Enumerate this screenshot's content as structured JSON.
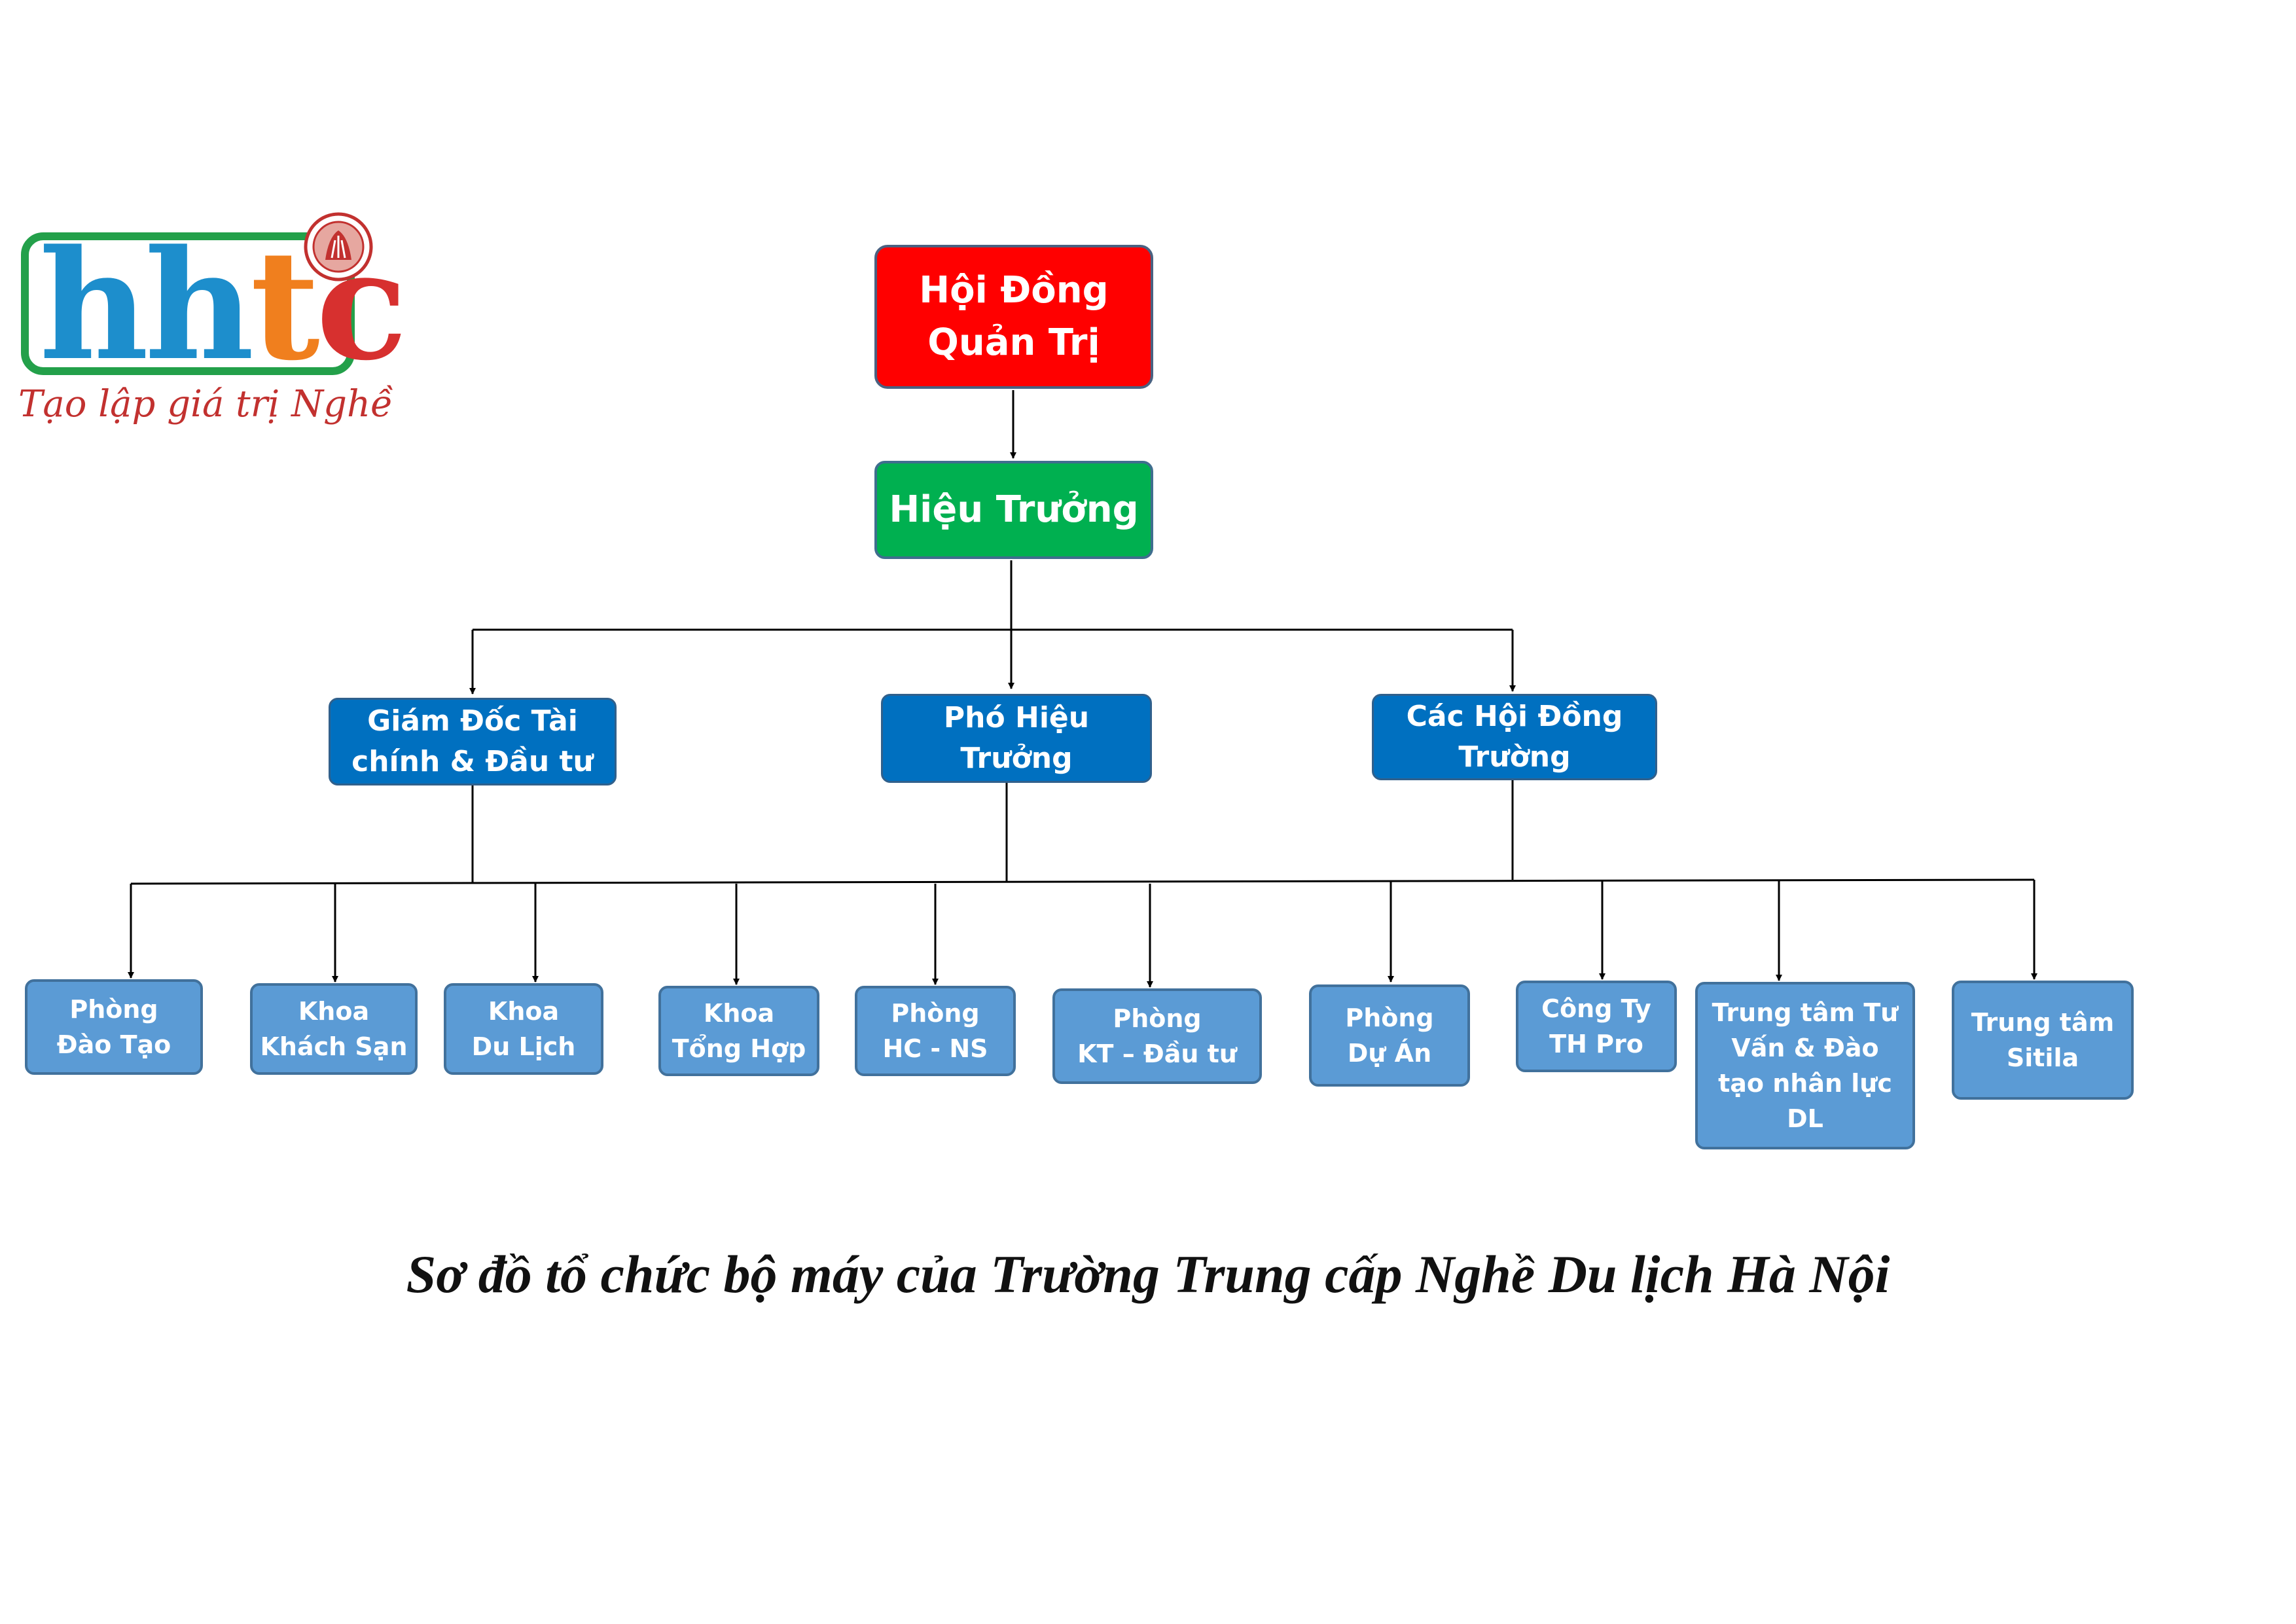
{
  "logo": {
    "letters": [
      "h",
      "h",
      "t",
      "c"
    ],
    "tagline": "Tạo lập giá trị Nghề",
    "colors": {
      "frame": "#23a04a",
      "h": "#1d8ecc",
      "t": "#f07f1e",
      "c": "#d7302f"
    }
  },
  "chart": {
    "level0": "Hội Đồng\nQuản Trị",
    "level1": "Hiệu Trưởng",
    "level2": [
      "Giám Đốc Tài\nchính & Đầu tư",
      "Phó Hiệu\nTrưởng",
      "Các Hội Đồng\nTrường"
    ],
    "units": [
      "Phòng\nĐào Tạo",
      "Khoa\nKhách Sạn",
      "Khoa\nDu Lịch",
      "Khoa\nTổng Hợp",
      "Phòng\nHC - NS",
      "Phòng\nKT – Đầu tư",
      "Phòng\nDự Án",
      "Công Ty\nTH Pro",
      "Trung tâm Tư\nVấn & Đào\ntạo nhân lực\nDL",
      "Trung tâm\nSitila"
    ],
    "colors": {
      "board": "#ff0000",
      "principal": "#00b050",
      "level2": "#0070c0",
      "units": "#5b9bd5"
    }
  },
  "caption": "Sơ đồ tổ chức bộ máy của Trường Trung cấp Nghề Du lịch Hà Nội"
}
